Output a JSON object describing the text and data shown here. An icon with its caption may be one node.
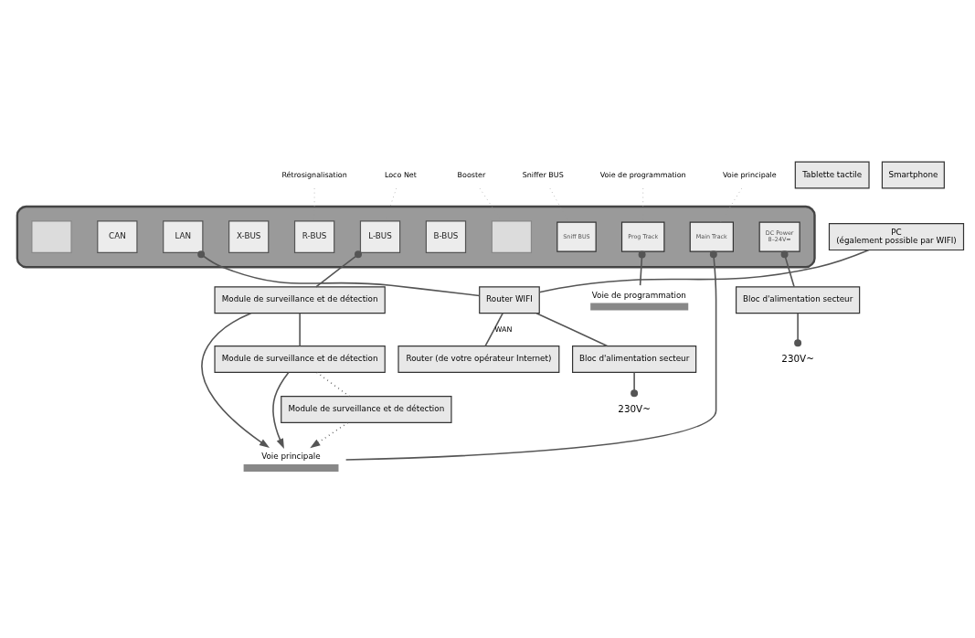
{
  "diagram": {
    "nodes": [
      {
        "text": [
          "Rétrosignalisation"
        ]
      },
      {
        "text": [
          "Voie de programmation"
        ]
      },
      {
        "text": [
          "Loco Net"
        ]
      },
      {
        "text": [
          "Booster"
        ]
      },
      {
        "text": [
          "Sniffer BUS"
        ]
      },
      {
        "text": [
          "Voie principale"
        ]
      },
      {
        "text": [],
        "shape": "box"
      },
      {
        "text": [],
        "shape": "box",
        "in": 6
      },
      {
        "text": [
          "CAN"
        ],
        "in": 6
      },
      {
        "text": [
          "LAN"
        ],
        "in": 6
      },
      {
        "text": [
          "X-BUS"
        ],
        "in": 6
      },
      {
        "text": [
          "R-BUS"
        ],
        "in": 6
      },
      {
        "text": [
          "L-BUS"
        ],
        "in": 6
      },
      {
        "text": [
          "B-BUS"
        ],
        "in": 6
      },
      {
        "text": [],
        "shape": "box",
        "in": 6
      },
      {
        "text": [
          "Sniff BUS"
        ],
        "in": 6
      },
      {
        "text": [
          "Prog Track"
        ],
        "in": 6
      },
      {
        "text": [
          "Main Track"
        ],
        "in": 6
      },
      {
        "text": [
          "DC Power",
          "8–24V="
        ],
        "in": 6
      },
      {
        "text": [
          "Voie de programmation"
        ]
      },
      {
        "text": [
          "Tablette tactile"
        ]
      },
      {
        "text": [
          "Router WIFI"
        ]
      },
      {
        "text": [
          "Router (de votre opérateur Internet)"
        ]
      },
      {
        "text": [
          "Bloc d'alimentation secteur"
        ]
      },
      {
        "text": [
          "Voie principale"
        ]
      },
      {
        "text": [
          "Smartphone"
        ]
      },
      {
        "text": [
          "Bloc d'alimentation secteur"
        ]
      },
      {
        "text": [
          "230V~"
        ]
      },
      {
        "text": [
          "PC",
          "(également possible par WIFI)"
        ]
      },
      {
        "text": [
          "Module de surveillance et de détection"
        ]
      },
      {
        "text": [
          "Module de surveillance et de détection"
        ]
      },
      {
        "text": [
          "230V~"
        ]
      },
      {
        "text": [
          "Module de surveillance et de détection"
        ]
      }
    ],
    "edges": [
      {
        "from": 9,
        "to": 21,
        "arrow": "other"
      },
      {
        "from": 21,
        "to": 22,
        "arrow": "none",
        "label": "WAN"
      },
      {
        "from": 21,
        "to": 26,
        "arrow": "none"
      },
      {
        "from": 26,
        "to": 31,
        "arrow": "other"
      },
      {
        "from": 28,
        "to": 21,
        "arrow": "none"
      },
      {
        "from": 12,
        "to": 29,
        "arrow": "other"
      },
      {
        "from": 16,
        "to": 19,
        "arrow": "other"
      },
      {
        "from": 17,
        "to": 24,
        "arrow": "other"
      },
      {
        "from": 18,
        "to": 23,
        "arrow": "other"
      },
      {
        "from": 23,
        "to": 27,
        "arrow": "other"
      },
      {
        "from": 29,
        "to": 30,
        "arrow": "none"
      },
      {
        "from": 30,
        "to": 32,
        "arrow": "none",
        "style": "dashed"
      },
      {
        "from": 29,
        "to": 24,
        "arrow": "to"
      },
      {
        "from": 30,
        "to": 24,
        "arrow": "to"
      },
      {
        "from": 32,
        "to": 24,
        "arrow": "to",
        "style": "dashed"
      },
      {
        "from": 0,
        "to": 11,
        "arrow": "none",
        "style": "dashed"
      },
      {
        "from": 2,
        "to": 12,
        "arrow": "none",
        "style": "dashed"
      },
      {
        "from": 3,
        "to": 14,
        "arrow": "none",
        "style": "dashed"
      },
      {
        "from": 4,
        "to": 15,
        "arrow": "none",
        "style": "dashed"
      },
      {
        "from": 1,
        "to": 16,
        "arrow": "none",
        "style": "dashed"
      },
      {
        "from": 5,
        "to": 17,
        "arrow": "none",
        "style": "dashed"
      }
    ]
  }
}
